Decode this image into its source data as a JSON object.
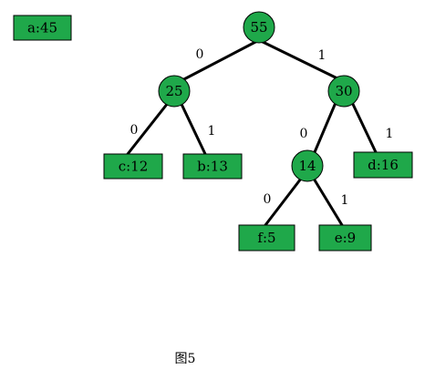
{
  "colors": {
    "node_fill": "#1fa84a",
    "stroke": "#000000",
    "background": "#ffffff"
  },
  "tree": {
    "nodes": {
      "a": {
        "label": "a:45",
        "shape": "rect"
      },
      "n55": {
        "label": "55",
        "shape": "circle"
      },
      "n25": {
        "label": "25",
        "shape": "circle"
      },
      "n30": {
        "label": "30",
        "shape": "circle"
      },
      "c": {
        "label": "c:12",
        "shape": "rect"
      },
      "b": {
        "label": "b:13",
        "shape": "rect"
      },
      "n14": {
        "label": "14",
        "shape": "circle"
      },
      "d": {
        "label": "d:16",
        "shape": "rect"
      },
      "f": {
        "label": "f:5",
        "shape": "rect"
      },
      "e": {
        "label": "e:9",
        "shape": "rect"
      }
    },
    "edges": {
      "n55_n25": {
        "label": "0"
      },
      "n55_n30": {
        "label": "1"
      },
      "n25_c": {
        "label": "0"
      },
      "n25_b": {
        "label": "1"
      },
      "n30_n14": {
        "label": "0"
      },
      "n30_d": {
        "label": "1"
      },
      "n14_f": {
        "label": "0"
      },
      "n14_e": {
        "label": "1"
      }
    }
  },
  "caption": "图5"
}
